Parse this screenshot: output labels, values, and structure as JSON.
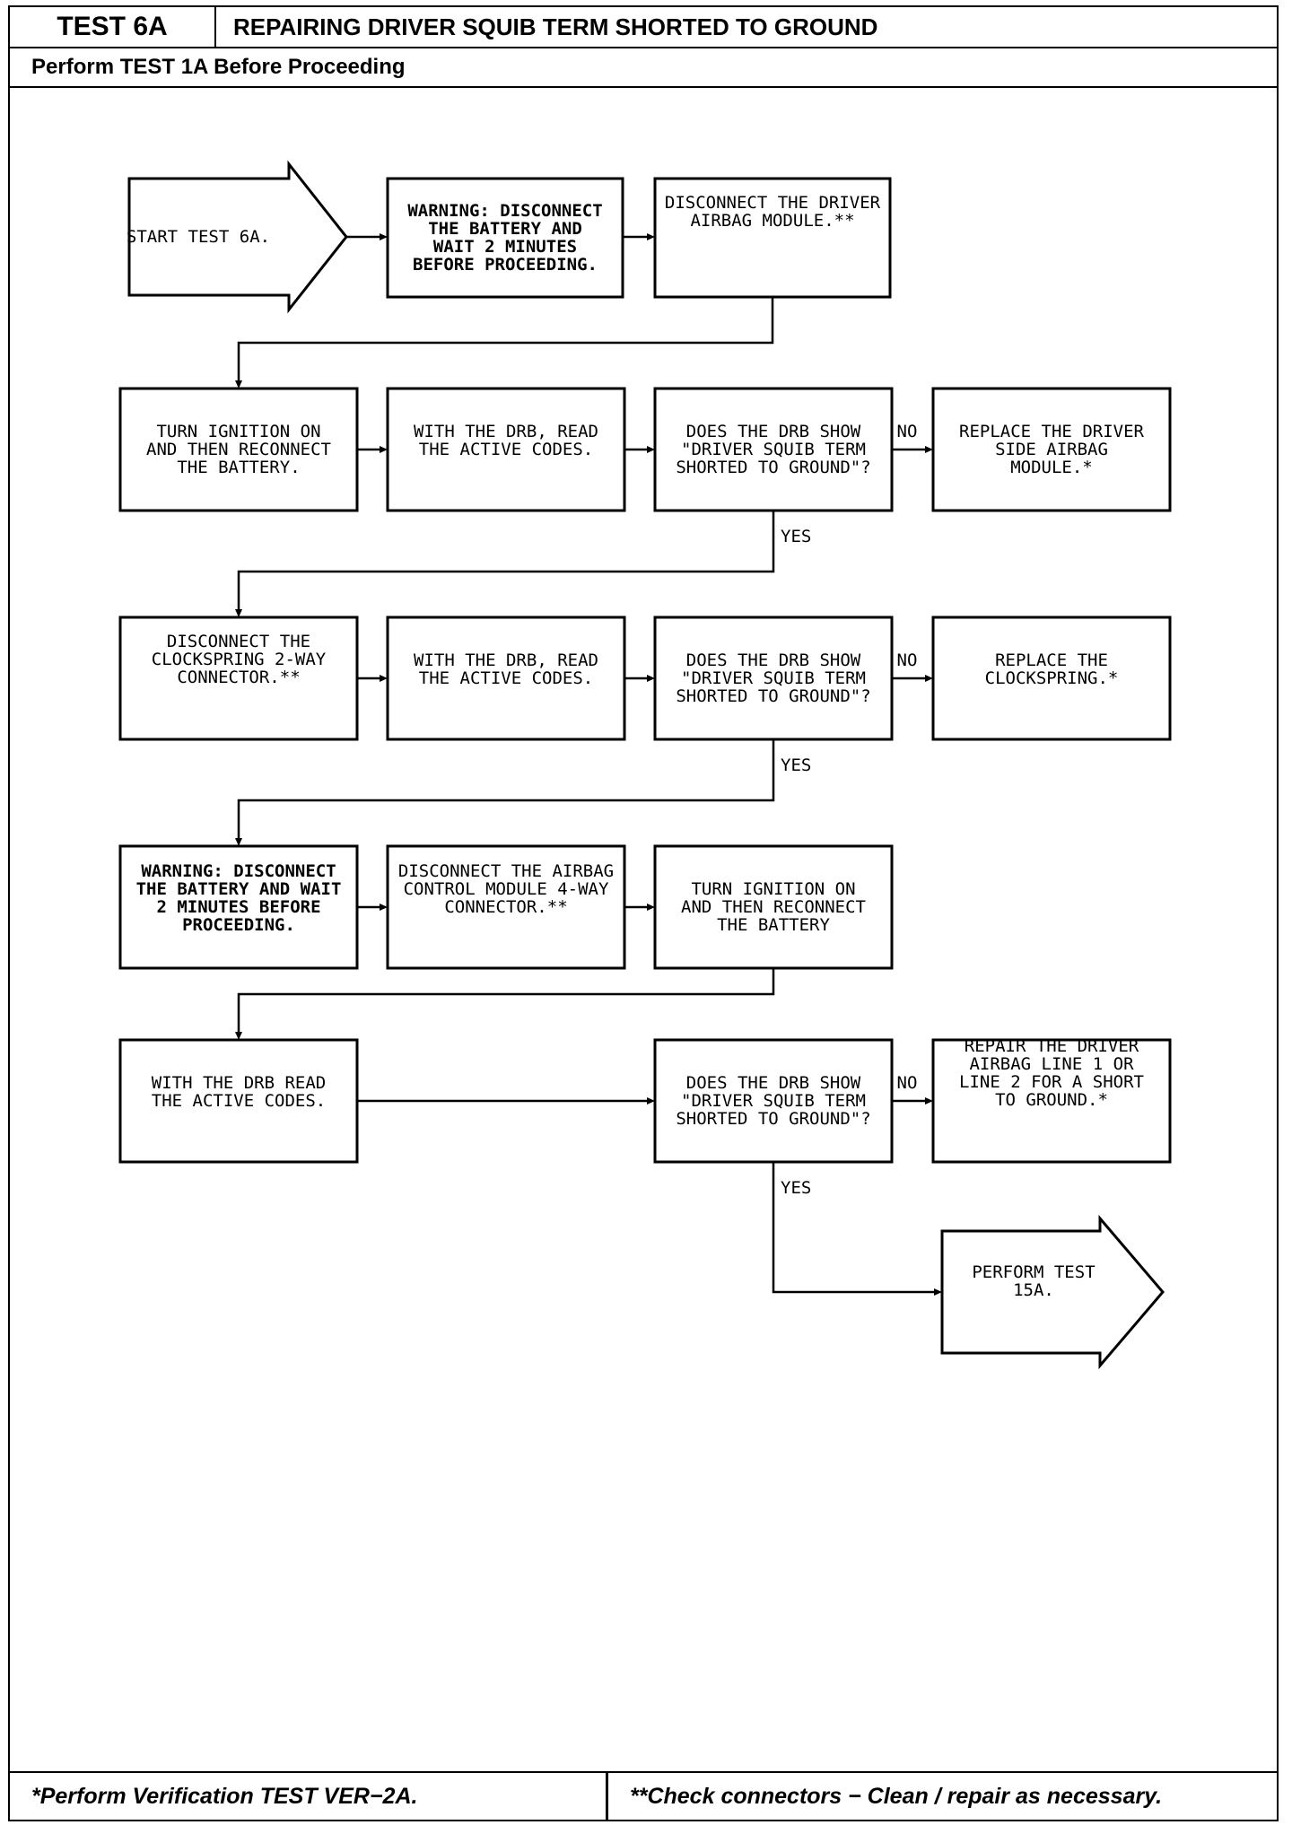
{
  "header": {
    "test_id": "TEST 6A",
    "title": "REPAIRING DRIVER SQUIB TERM SHORTED TO GROUND",
    "prerequisite": "Perform TEST 1A Before Proceeding"
  },
  "footer": {
    "left_note": "*Perform Verification TEST VER−2A.",
    "right_note": "**Check connectors − Clean / repair as necessary."
  },
  "labels": {
    "no": "NO",
    "yes": "YES"
  },
  "nodes": {
    "start": {
      "lines": [
        "START TEST 6A."
      ]
    },
    "warn1": {
      "lines": [
        "WARNING: DISCONNECT",
        "THE BATTERY AND",
        "WAIT 2 MINUTES",
        "BEFORE PROCEEDING."
      ]
    },
    "disc_driver": {
      "lines": [
        "DISCONNECT THE DRIVER",
        "AIRBAG MODULE.**"
      ]
    },
    "ign_on1": {
      "lines": [
        "TURN IGNITION ON",
        "AND THEN RECONNECT",
        "THE BATTERY."
      ]
    },
    "read1": {
      "lines": [
        "WITH THE DRB, READ",
        "THE ACTIVE CODES."
      ]
    },
    "q1": {
      "lines": [
        "DOES THE DRB SHOW",
        "\"DRIVER SQUIB TERM",
        "SHORTED TO GROUND\"?"
      ]
    },
    "replace_module": {
      "lines": [
        "REPLACE THE DRIVER",
        "SIDE AIRBAG",
        "MODULE.*"
      ]
    },
    "disc_clock": {
      "lines": [
        "DISCONNECT THE",
        "CLOCKSPRING 2-WAY",
        "CONNECTOR.**"
      ]
    },
    "read2": {
      "lines": [
        "WITH THE DRB, READ",
        "THE ACTIVE CODES."
      ]
    },
    "q2": {
      "lines": [
        "DOES THE DRB SHOW",
        "\"DRIVER SQUIB TERM",
        "SHORTED TO GROUND\"?"
      ]
    },
    "replace_clock": {
      "lines": [
        "REPLACE THE",
        "CLOCKSPRING.*"
      ]
    },
    "warn2": {
      "lines": [
        "WARNING: DISCONNECT",
        "THE BATTERY AND WAIT",
        "2 MINUTES BEFORE",
        "PROCEEDING."
      ]
    },
    "disc_acm": {
      "lines": [
        "DISCONNECT THE AIRBAG",
        "CONTROL MODULE 4-WAY",
        "CONNECTOR.**"
      ]
    },
    "ign_on2": {
      "lines": [
        "TURN IGNITION ON",
        "AND THEN RECONNECT",
        "THE BATTERY"
      ]
    },
    "read3": {
      "lines": [
        "WITH THE DRB READ",
        "THE ACTIVE CODES."
      ]
    },
    "q3": {
      "lines": [
        "DOES THE DRB SHOW",
        "\"DRIVER SQUIB TERM",
        "SHORTED TO GROUND\"?"
      ]
    },
    "repair_line": {
      "lines": [
        "REPAIR THE DRIVER",
        "AIRBAG LINE 1 OR",
        "LINE 2 FOR A SHORT",
        "TO GROUND.*"
      ]
    },
    "perform15a": {
      "lines": [
        "PERFORM TEST",
        "15A."
      ]
    }
  }
}
